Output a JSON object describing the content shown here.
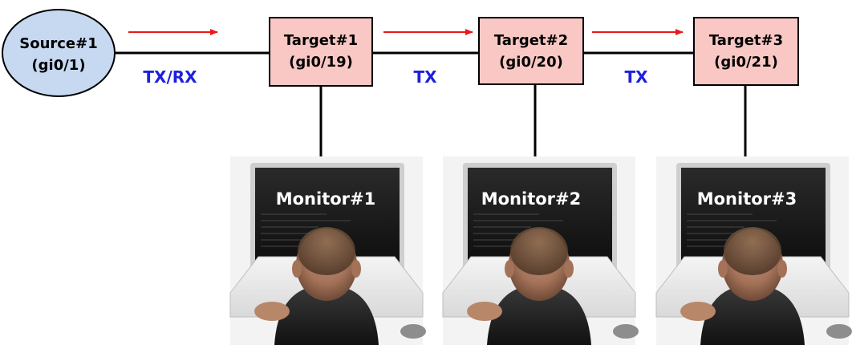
{
  "colors": {
    "source_fill": "#c6d9f1",
    "target_fill": "#f9c8c4",
    "link_label": "#1f1fe0",
    "arrow": "#e8191a",
    "line": "#000000"
  },
  "source": {
    "name": "Source#1",
    "port": "(gi0/1)"
  },
  "targets": [
    {
      "name": "Target#1",
      "port": "(gi0/19)"
    },
    {
      "name": "Target#2",
      "port": "(gi0/20)"
    },
    {
      "name": "Target#3",
      "port": "(gi0/21)"
    }
  ],
  "links": [
    {
      "label": "TX/RX"
    },
    {
      "label": "TX"
    },
    {
      "label": "TX"
    }
  ],
  "monitors": [
    {
      "label": "Monitor#1",
      "icon": "person-at-laptop-photo"
    },
    {
      "label": "Monitor#2",
      "icon": "person-at-laptop-photo"
    },
    {
      "label": "Monitor#3",
      "icon": "person-at-laptop-photo"
    }
  ]
}
